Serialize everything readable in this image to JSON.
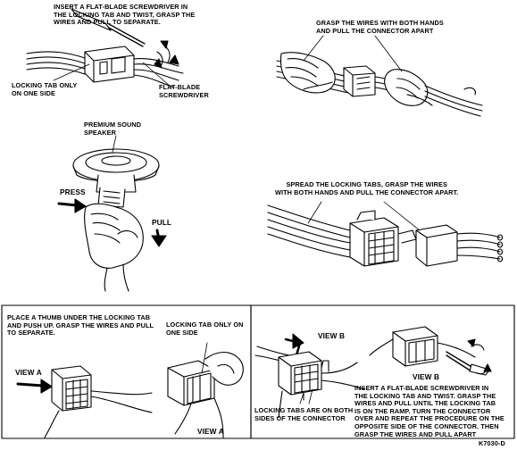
{
  "labels": {
    "tl_instruction": "INSERT A FLAT-BLADE SCREWDRIVER IN\nTHE LOCKING TAB AND TWIST, GRASP THE\nWIRES AND PULL TO SEPARATE.",
    "tl_locking_tab": "LOCKING TAB ONLY\nON ONE SIDE",
    "tl_screwdriver": "FLAT-BLADE\nSCREWDRIVER",
    "tr_instruction": "GRASP THE WIRES WITH BOTH HANDS\nAND PULL THE CONNECTOR APART",
    "ml_speaker": "PREMIUM SOUND\nSPEAKER",
    "ml_press": "PRESS",
    "ml_pull": "PULL",
    "mr_instruction": "SPREAD THE LOCKING TABS, GRASP THE WIRES\nWITH BOTH HANDS AND PULL THE CONNECTOR APART.",
    "bl_instruction": "PLACE A THUMB UNDER THE LOCKING TAB\nAND PUSH UP. GRASP THE WIRES AND PULL\nTO SEPARATE.",
    "bl_locking_tab": "LOCKING TAB ONLY ON\nONE SIDE",
    "bl_view_a_left": "VIEW A",
    "bl_view_a_right": "VIEW A",
    "br_view_b_left": "VIEW B",
    "br_view_b_right": "VIEW B",
    "br_locking_tabs": "LOCKING TABS ARE ON BOTH\nSIDES OF THE CONNECTOR",
    "br_instruction": "INSERT A FLAT-BLADE SCREWDRIVER IN\nTHE LOCKING TAB AND TWIST. GRASP THE\nWIRES AND PULL UNTIL THE LOCKING TAB\nIS ON THE RAMP. TURN THE CONNECTOR\nOVER AND REPEAT THE PROCEDURE ON THE\nOPPOSITE SIDE OF THE CONNECTOR. THEN\nGRASP THE WIRES AND PULL APART",
    "figure_code": "K7030-D"
  }
}
